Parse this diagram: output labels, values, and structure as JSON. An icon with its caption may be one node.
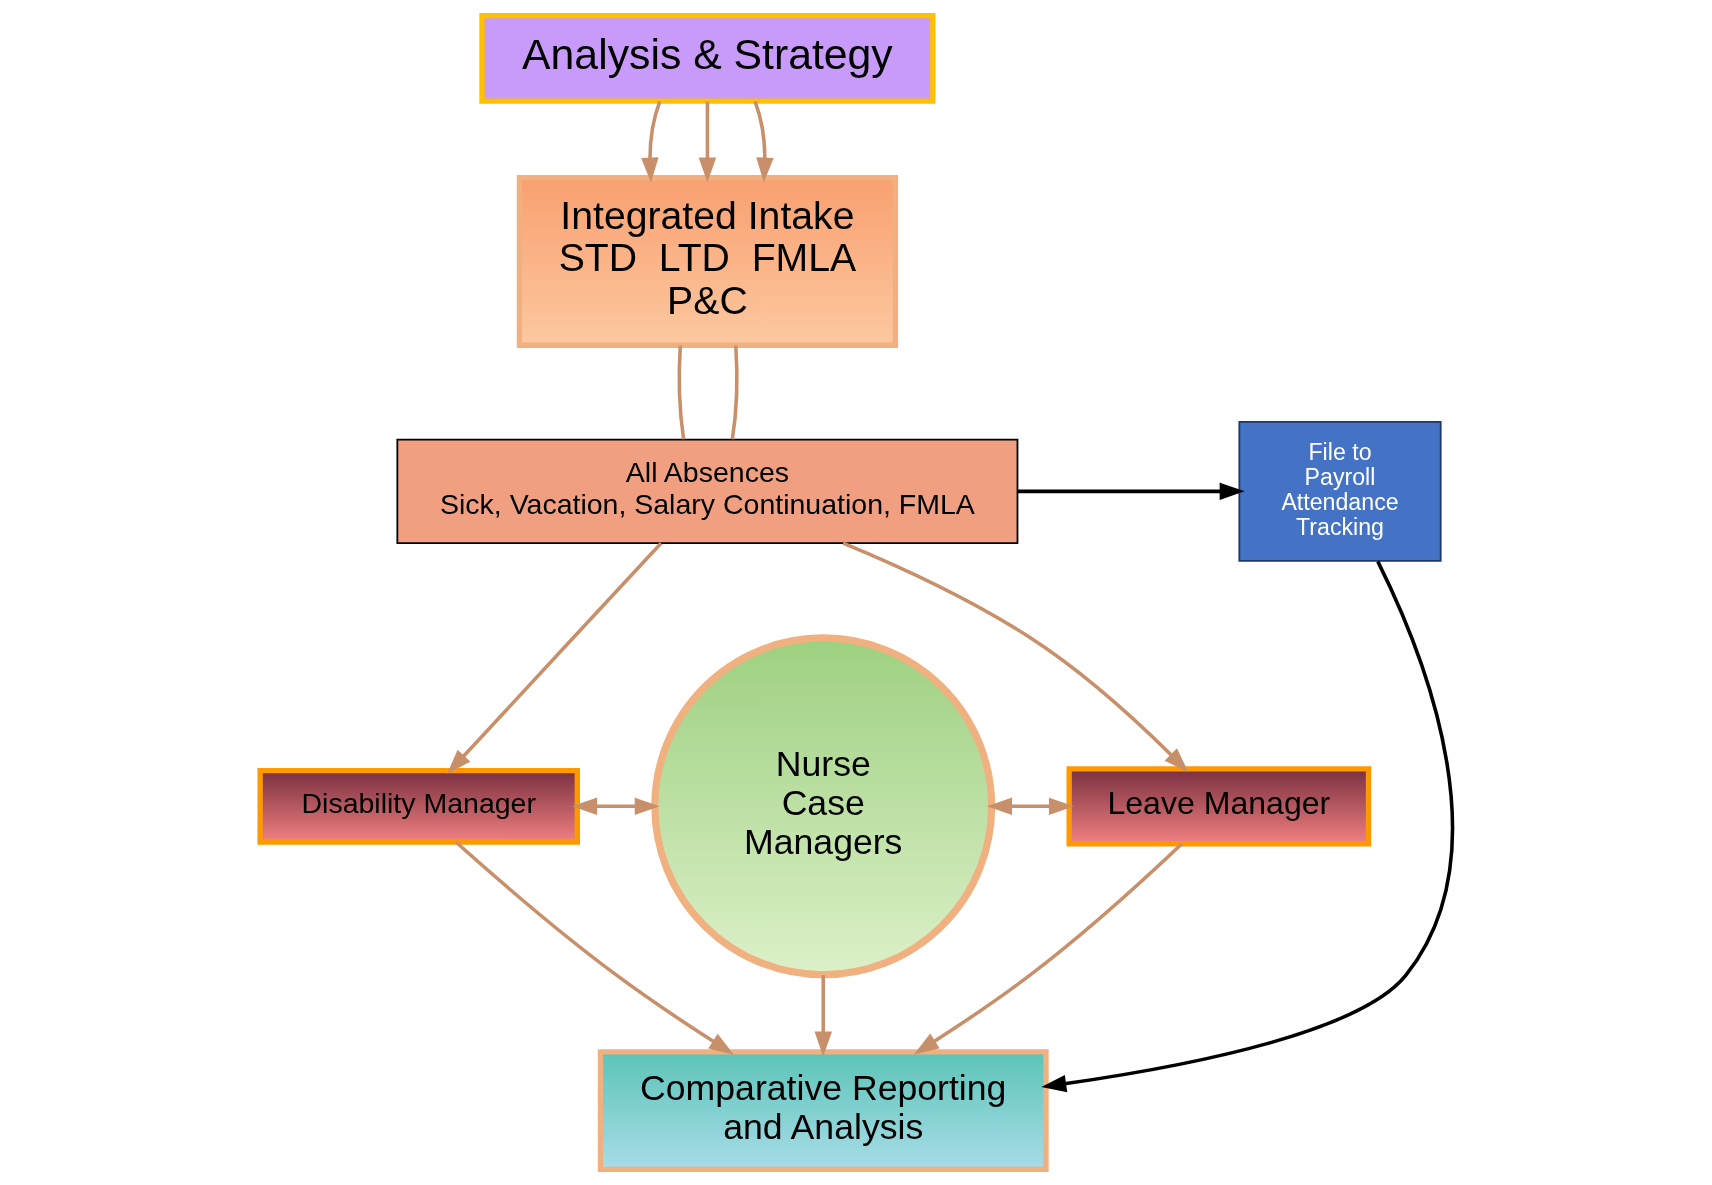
{
  "diagram": {
    "nodes": [
      {
        "text": [
          "Analysis & Strategy"
        ]
      },
      {
        "text": [
          "Integrated Intake",
          "STD  LTD  FMLA",
          "P&C"
        ]
      },
      {
        "text": [
          "All Absences",
          "Sick, Vacation, Salary Continuation, FMLA"
        ]
      },
      {
        "text": [
          "File to Payroll Attendance Tracking"
        ]
      },
      {
        "text": [
          "Disability Manager"
        ]
      },
      {
        "text": [
          "Nurse Case Managers"
        ]
      },
      {
        "text": [
          "Leave Manager"
        ]
      },
      {
        "text": [
          "Comparative Reporting and Analysis"
        ]
      }
    ],
    "edges": [
      {
        "from": 0,
        "to": 1,
        "arrow": "to"
      },
      {
        "from": 0,
        "to": 1,
        "arrow": "to"
      },
      {
        "from": 0,
        "to": 1,
        "arrow": "to"
      },
      {
        "from": 1,
        "to": 2,
        "arrow": "none"
      },
      {
        "from": 1,
        "to": 2,
        "arrow": "none"
      },
      {
        "from": 2,
        "to": 3,
        "arrow": "to",
        "color": "#000000"
      },
      {
        "from": 2,
        "to": 4,
        "arrow": "to"
      },
      {
        "from": 2,
        "to": 6,
        "arrow": "to"
      },
      {
        "from": 4,
        "to": 5,
        "arrow": "both"
      },
      {
        "from": 5,
        "to": 6,
        "arrow": "both"
      },
      {
        "from": 4,
        "to": 7,
        "arrow": "to"
      },
      {
        "from": 5,
        "to": 7,
        "arrow": "to"
      },
      {
        "from": 6,
        "to": 7,
        "arrow": "to"
      },
      {
        "from": 3,
        "to": 7,
        "arrow": "to",
        "color": "#000000"
      }
    ]
  }
}
